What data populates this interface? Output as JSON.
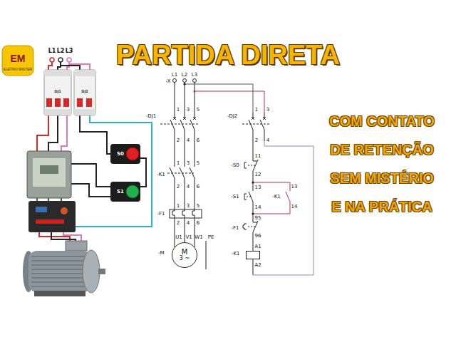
{
  "diagram": {
    "title": "PARTIDA DIRETA",
    "nodes": [
      {
        "text": [
          "-M",
          "M",
          "3 ~"
        ]
      },
      {
        "text": [
          "-K1"
        ]
      }
    ],
    "labels": [
      "EM",
      "ELETRO MISTER",
      "L1",
      "L2",
      "L3",
      "DJ1",
      "DJ2",
      "S0",
      "S1",
      "L1",
      "L2",
      "L3",
      "-X",
      "-DJ1",
      "1",
      "3",
      "5",
      "2",
      "4",
      "6",
      "-K1",
      "1",
      "3",
      "5",
      "2",
      "4",
      "6",
      "-F1",
      "1",
      "3",
      "5",
      "2",
      "4",
      "6",
      "U1",
      "V1",
      "W1",
      "PE",
      "-DJ2",
      "1",
      "3",
      "2",
      "4",
      "-S0",
      "11",
      "12",
      "-S1",
      "13",
      "14",
      "-K1",
      "13",
      "14",
      "-F1",
      "95",
      "96",
      "A1",
      "A2",
      "COM CONTATO DE RETENÇÃO SEM MISTÉRIO E NA PRÁTICA"
    ]
  }
}
